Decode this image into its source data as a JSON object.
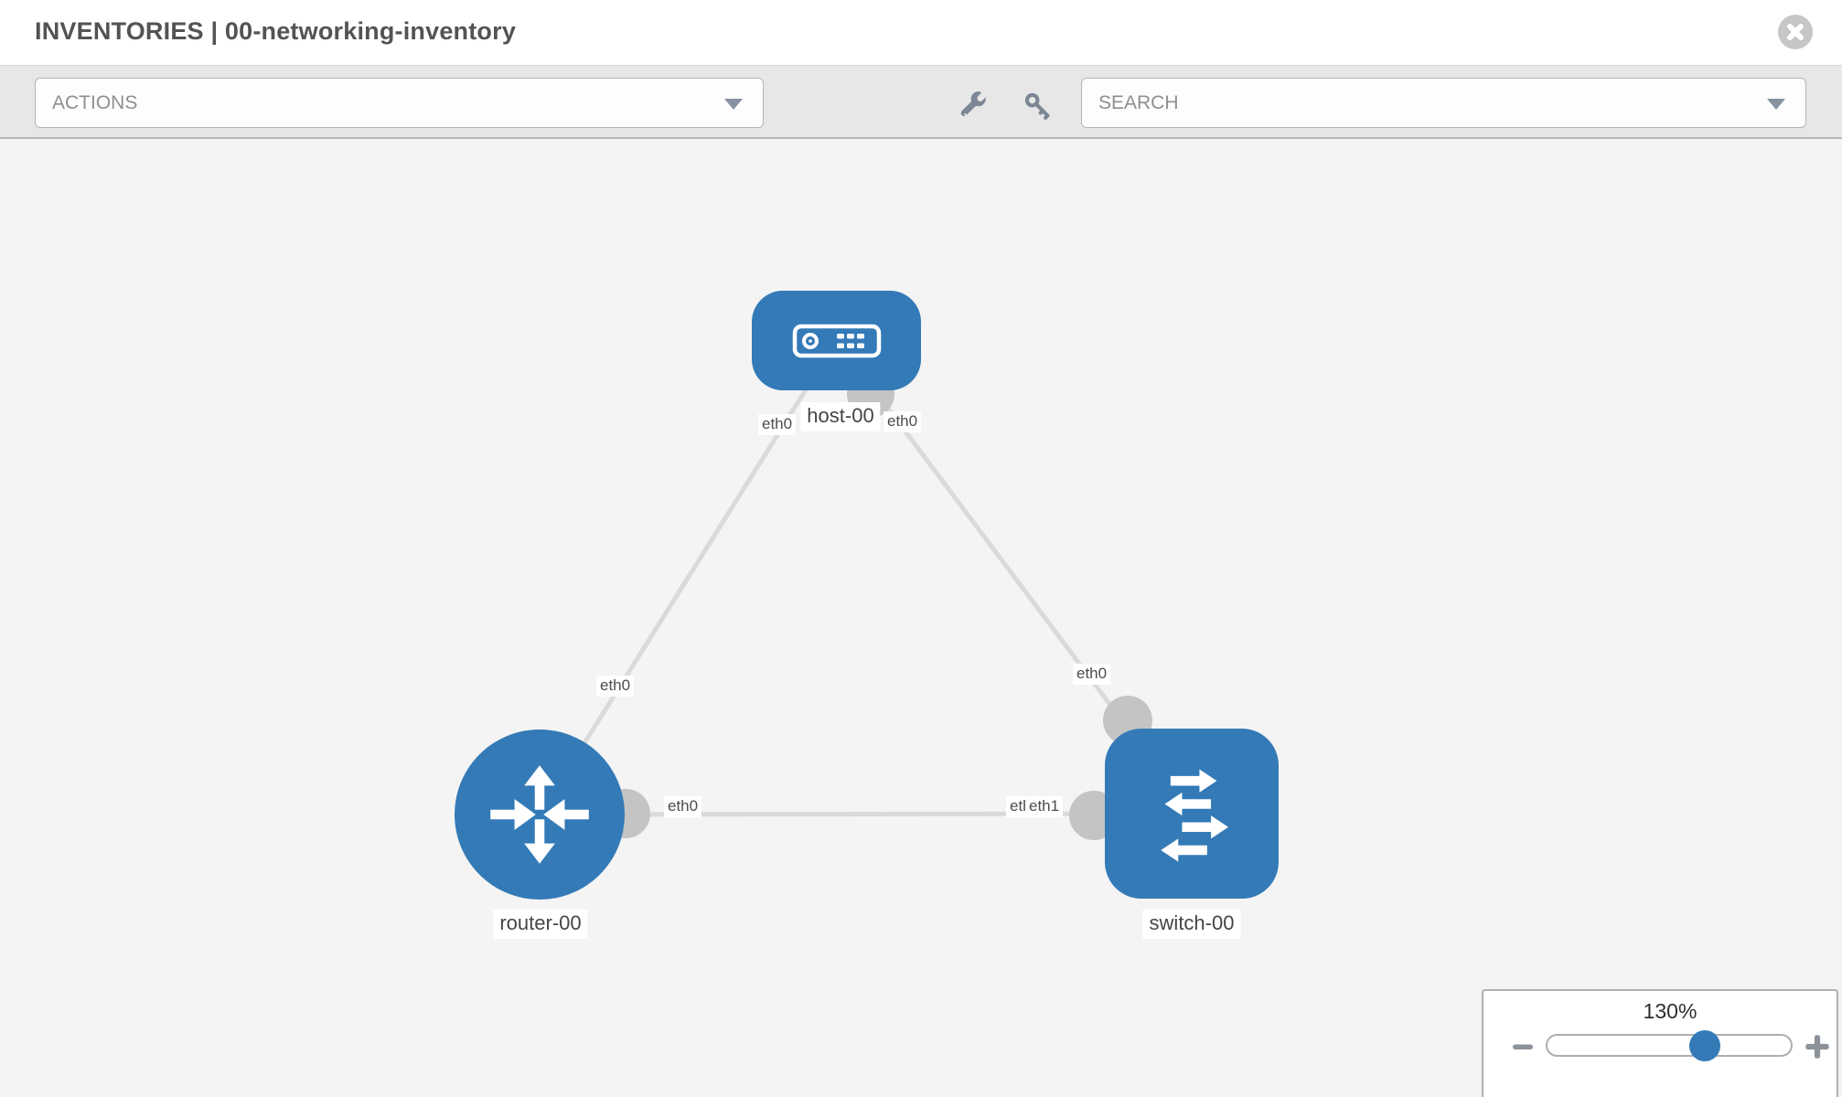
{
  "header": {
    "title": "INVENTORIES | 00-networking-inventory",
    "close_icon": "x-circle-icon"
  },
  "toolbar": {
    "actions_dropdown": {
      "label": "ACTIONS",
      "state": "collapsed"
    },
    "wrench_icon": "wrench-icon",
    "key_icon": "key-icon",
    "search_dropdown": {
      "label": "SEARCH",
      "state": "collapsed"
    }
  },
  "topology": {
    "nodes": [
      {
        "id": "host-00",
        "label": "host-00",
        "type": "host"
      },
      {
        "id": "router-00",
        "label": "router-00",
        "type": "router"
      },
      {
        "id": "switch-00",
        "label": "switch-00",
        "type": "switch"
      }
    ],
    "links": [
      {
        "from": "host-00",
        "from_interface": "eth0",
        "to": "router-00",
        "to_interface": "eth0"
      },
      {
        "from": "host-00",
        "from_interface": "eth0",
        "to": "switch-00",
        "to_interface": "eth0"
      },
      {
        "from": "router-00",
        "from_interface": "eth0",
        "to": "switch-00",
        "to_interface": "eth1"
      }
    ],
    "interface_labels": [
      {
        "text": "eth0"
      },
      {
        "text": "eth0"
      },
      {
        "text": "eth0"
      },
      {
        "text": "eth0"
      },
      {
        "text": "eth0"
      },
      {
        "text": "eth0"
      },
      {
        "text": "eth1"
      }
    ]
  },
  "zoom_control": {
    "level": "130%"
  },
  "colors": {
    "node_fill": "#337ab7",
    "link_stroke": "#dadada",
    "interface_dot": "#c4c4c4",
    "canvas_bg": "#f4f4f4",
    "toolbar_bg": "#e7e7e7",
    "slider_thumb": "#337ab7"
  }
}
